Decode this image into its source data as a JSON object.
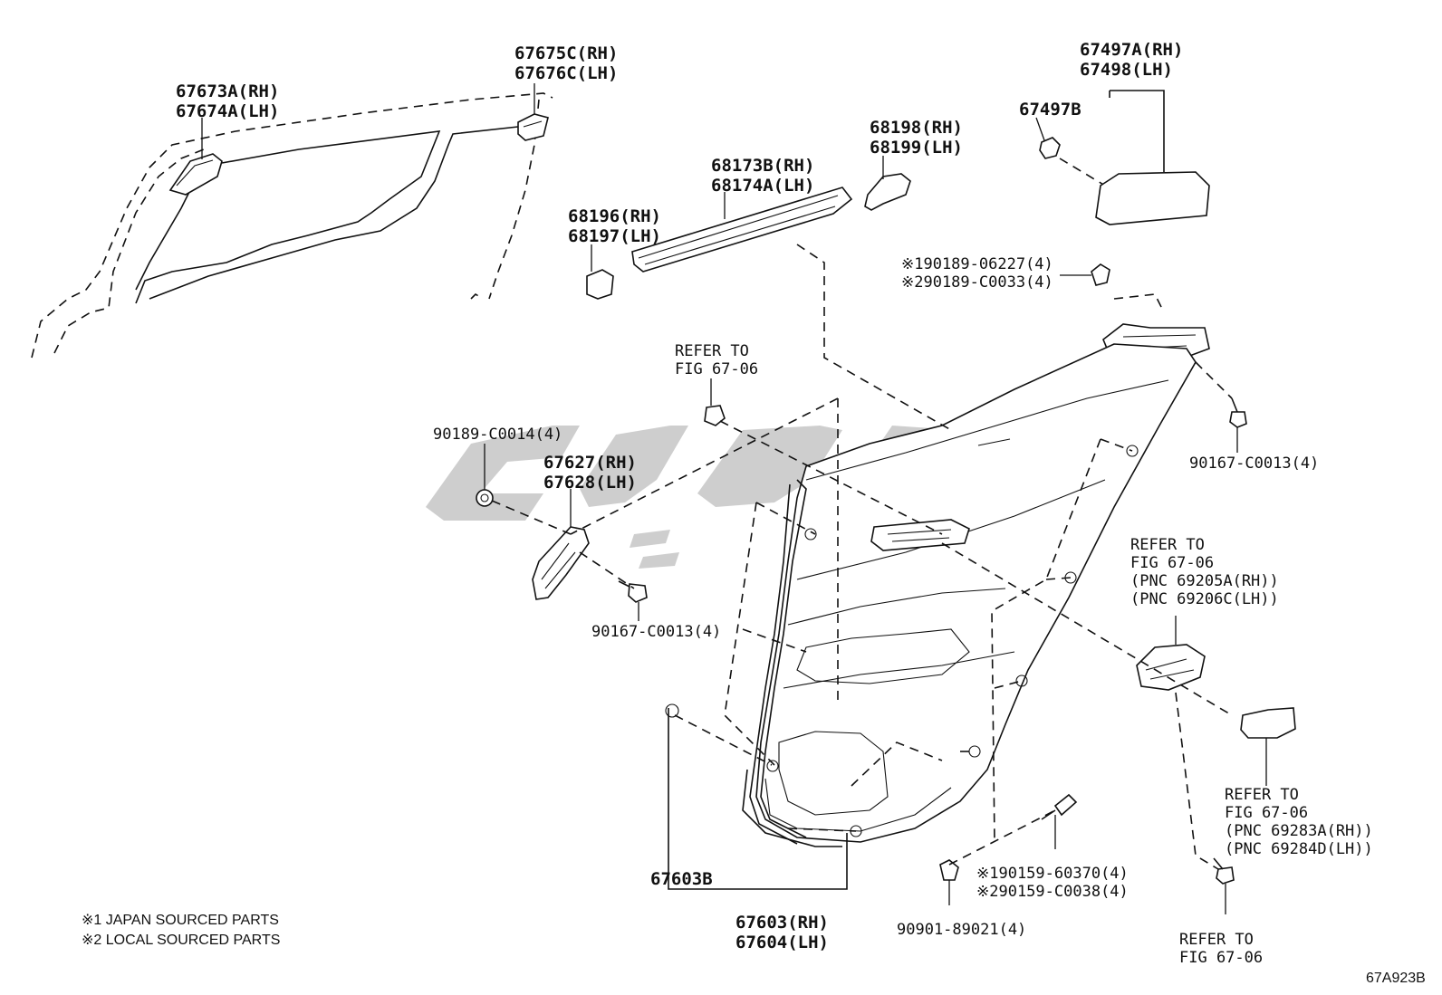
{
  "labels": {
    "p67673": [
      "67673A(RH)",
      "67674A(LH)"
    ],
    "p67675": [
      "67675C(RH)",
      "67676C(LH)"
    ],
    "p67497a": [
      "67497A(RH)",
      "67498(LH)"
    ],
    "p67497b": [
      "67497B"
    ],
    "p68198": [
      "68198(RH)",
      "68199(LH)"
    ],
    "p68173": [
      "68173B(RH)",
      "68174A(LH)"
    ],
    "p68196": [
      "68196(RH)",
      "68197(LH)"
    ],
    "p90189a": [
      "※190189-06227(4)",
      "※290189-C0033(4)"
    ],
    "refer1": [
      "REFER TO",
      "FIG 67-06"
    ],
    "p90189b": [
      "90189-C0014(4)"
    ],
    "p67627": [
      "67627(RH)",
      "67628(LH)"
    ],
    "p90167a": [
      "90167-C0013(4)"
    ],
    "p90167b": [
      "90167-C0013(4)"
    ],
    "refer2": [
      "REFER TO",
      "FIG 67-06",
      "(PNC 69205A(RH))",
      "(PNC 69206C(LH))"
    ],
    "refer3": [
      "REFER TO",
      "FIG 67-06",
      "(PNC 69283A(RH))",
      "(PNC 69284D(LH))"
    ],
    "refer4": [
      "REFER TO",
      "FIG 67-06"
    ],
    "p67603b": [
      "67603B"
    ],
    "p67603": [
      "67603(RH)",
      "67604(LH)"
    ],
    "p90159": [
      "※190159-60370(4)",
      "※290159-C0038(4)"
    ],
    "p90901": [
      "90901-89021(4)"
    ]
  },
  "notes": [
    "※1 JAPAN SOURCED PARTS",
    "※2 LOCAL SOURCED PARTS"
  ],
  "diagram_code": "67A923B"
}
